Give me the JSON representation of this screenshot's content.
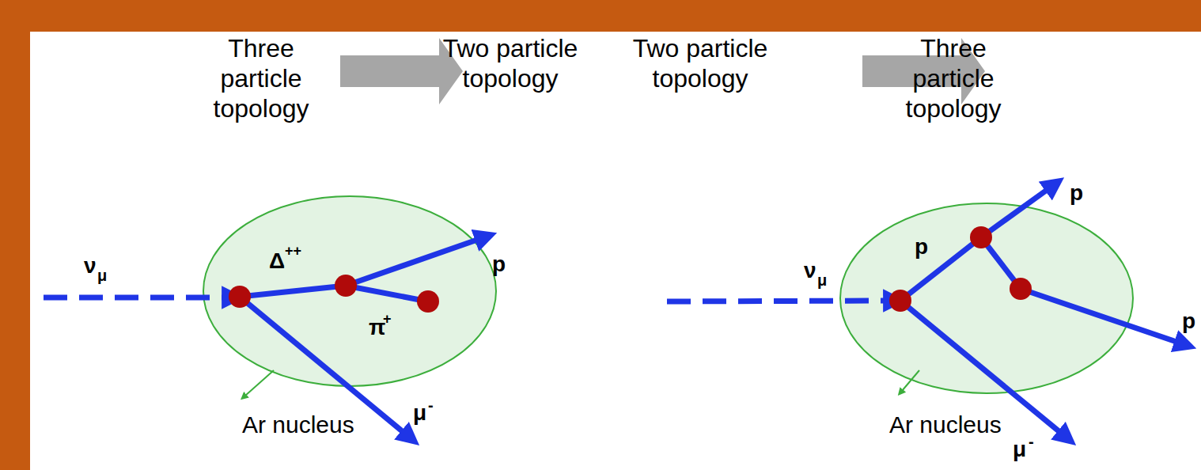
{
  "diagram": {
    "labels": [
      "Three particle topology",
      "Two particle topology",
      "Two particle topology",
      "Three particle topology",
      "ν",
      "μ",
      "Δ",
      "++",
      "p",
      "π",
      "+",
      "μ",
      "-",
      "Ar nucleus",
      "ν",
      "μ",
      "p",
      "p",
      "p",
      "μ",
      "-",
      "Ar nucleus"
    ]
  }
}
